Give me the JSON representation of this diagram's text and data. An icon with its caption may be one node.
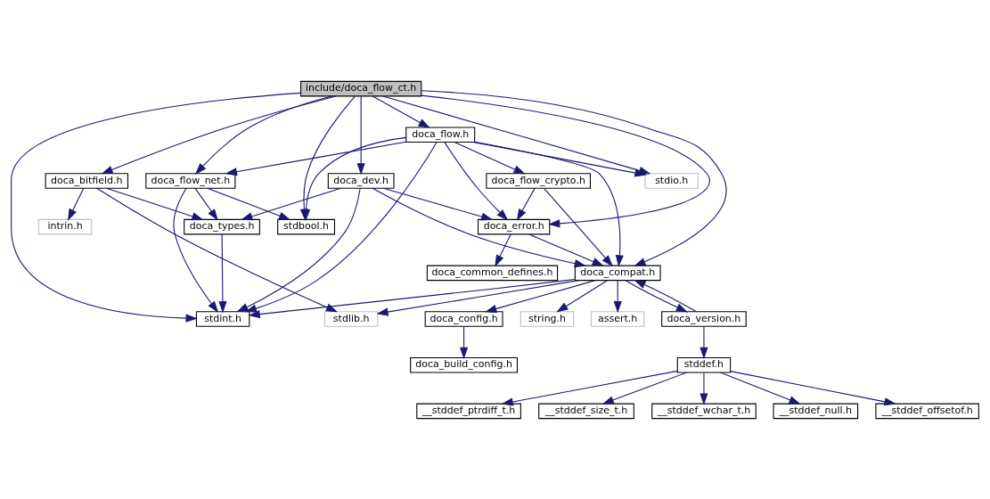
{
  "diagram": {
    "nodes": [
      {
        "text": [
          "include/doca_flow_ct.h"
        ]
      },
      {
        "text": [
          "doca_flow.h"
        ]
      },
      {
        "text": [
          "doca_flow_net.h"
        ]
      },
      {
        "text": [
          "doca_dev.h"
        ]
      },
      {
        "text": [
          "doca_flow_crypto.h"
        ]
      },
      {
        "text": [
          "stdio.h"
        ]
      },
      {
        "text": [
          "doca_bitfield.h"
        ]
      },
      {
        "text": [
          "stdbool.h"
        ]
      },
      {
        "text": [
          "doca_types.h"
        ]
      },
      {
        "text": [
          "doca_error.h"
        ]
      },
      {
        "text": [
          "intrin.h"
        ]
      },
      {
        "text": [
          "doca_common_defines.h"
        ]
      },
      {
        "text": [
          "doca_compat.h"
        ]
      },
      {
        "text": [
          "stdint.h"
        ]
      },
      {
        "text": [
          "assert.h"
        ]
      },
      {
        "text": [
          "doca_version.h"
        ]
      },
      {
        "text": [
          "doca_config.h"
        ]
      },
      {
        "text": [
          "string.h"
        ]
      },
      {
        "text": [
          "stdlib.h"
        ]
      },
      {
        "text": [
          "stddef.h"
        ]
      },
      {
        "text": [
          "doca_build_config.h"
        ]
      },
      {
        "text": [
          "__stddef_ptrdiff_t.h"
        ]
      },
      {
        "text": [
          "__stddef_size_t.h"
        ]
      },
      {
        "text": [
          "__stddef_wchar_t.h"
        ]
      },
      {
        "text": [
          "__stddef_null.h"
        ]
      },
      {
        "text": [
          "__stddef_offsetof.h"
        ]
      }
    ],
    "edges": [
      {
        "from": 0,
        "to": 13,
        "arrow": "to"
      },
      {
        "from": 0,
        "to": 7,
        "arrow": "to"
      },
      {
        "from": 0,
        "to": 2,
        "arrow": "to"
      },
      {
        "from": 0,
        "to": 3,
        "arrow": "to"
      },
      {
        "from": 0,
        "to": 1,
        "arrow": "to"
      },
      {
        "from": 0,
        "to": 5,
        "arrow": "to"
      },
      {
        "from": 0,
        "to": 9,
        "arrow": "to"
      },
      {
        "from": 0,
        "to": 12,
        "arrow": "to"
      },
      {
        "from": 0,
        "to": 6,
        "arrow": "to"
      },
      {
        "from": 1,
        "to": 7,
        "arrow": "to"
      },
      {
        "from": 1,
        "to": 2,
        "arrow": "to"
      },
      {
        "from": 1,
        "to": 13,
        "arrow": "to"
      },
      {
        "from": 1,
        "to": 9,
        "arrow": "to"
      },
      {
        "from": 1,
        "to": 4,
        "arrow": "to"
      },
      {
        "from": 1,
        "to": 5,
        "arrow": "to"
      },
      {
        "from": 1,
        "to": 12,
        "arrow": "to"
      },
      {
        "from": 2,
        "to": 7,
        "arrow": "to"
      },
      {
        "from": 2,
        "to": 8,
        "arrow": "to"
      },
      {
        "from": 2,
        "to": 13,
        "arrow": "to"
      },
      {
        "from": 3,
        "to": 13,
        "arrow": "to"
      },
      {
        "from": 3,
        "to": 8,
        "arrow": "to"
      },
      {
        "from": 3,
        "to": 9,
        "arrow": "to"
      },
      {
        "from": 3,
        "to": 12,
        "arrow": "to"
      },
      {
        "from": 4,
        "to": 9,
        "arrow": "to"
      },
      {
        "from": 4,
        "to": 12,
        "arrow": "to"
      },
      {
        "from": 6,
        "to": 8,
        "arrow": "to"
      },
      {
        "from": 6,
        "to": 10,
        "arrow": "to"
      },
      {
        "from": 6,
        "to": 18,
        "arrow": "to"
      },
      {
        "from": 8,
        "to": 13,
        "arrow": "to"
      },
      {
        "from": 9,
        "to": 11,
        "arrow": "to"
      },
      {
        "from": 9,
        "to": 12,
        "arrow": "to"
      },
      {
        "from": 12,
        "to": 13,
        "arrow": "to"
      },
      {
        "from": 12,
        "to": 14,
        "arrow": "to"
      },
      {
        "from": 12,
        "to": 15,
        "arrow": "to"
      },
      {
        "from": 12,
        "to": 16,
        "arrow": "to"
      },
      {
        "from": 12,
        "to": 17,
        "arrow": "to"
      },
      {
        "from": 12,
        "to": 18,
        "arrow": "to"
      },
      {
        "from": 15,
        "to": 12,
        "arrow": "to"
      },
      {
        "from": 15,
        "to": 19,
        "arrow": "to"
      },
      {
        "from": 16,
        "to": 20,
        "arrow": "to"
      },
      {
        "from": 19,
        "to": 21,
        "arrow": "to"
      },
      {
        "from": 19,
        "to": 22,
        "arrow": "to"
      },
      {
        "from": 19,
        "to": 23,
        "arrow": "to"
      },
      {
        "from": 19,
        "to": 24,
        "arrow": "to"
      },
      {
        "from": 19,
        "to": 25,
        "arrow": "to"
      }
    ]
  }
}
